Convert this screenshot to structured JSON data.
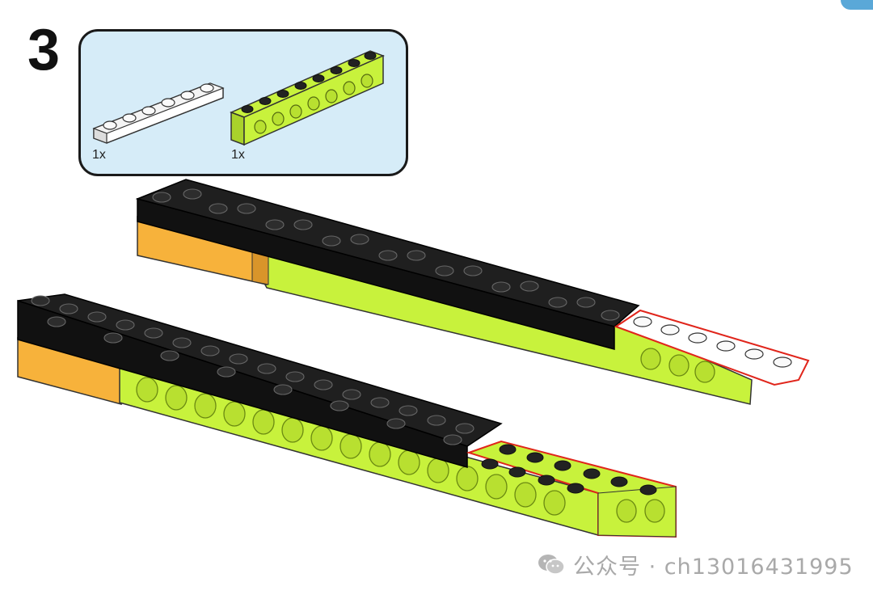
{
  "step": {
    "number": "3"
  },
  "parts_callout": {
    "parts": [
      {
        "name": "white 1x6 plate",
        "quantity": "1x",
        "color": "#ffffff"
      },
      {
        "name": "lime 1x8 technic beam",
        "quantity": "1x",
        "color": "#c8f23c"
      }
    ]
  },
  "colors": {
    "black_plate": "#1f1f1f",
    "lime_beam": "#c8f23c",
    "orange_block": "#f7b23b",
    "callout_bg": "#d6ecf8",
    "highlight_outline": "#e0251b"
  },
  "watermark": {
    "icon": "wechat-icon",
    "text": "公众号 · ch13016431995"
  }
}
